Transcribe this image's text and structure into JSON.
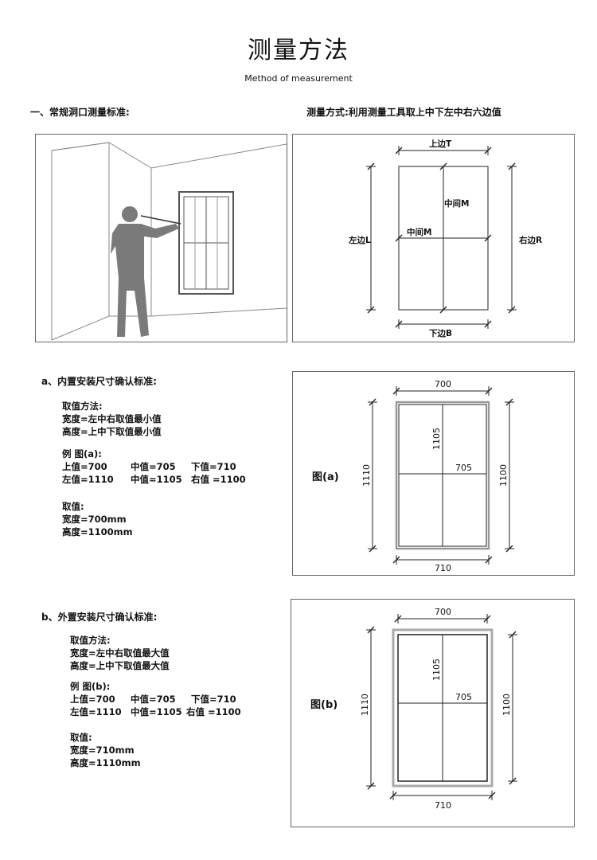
{
  "header": {
    "title": "测量方法",
    "subtitle": "Method of measurement"
  },
  "section1": {
    "heading": "一、常规洞口测量标准:",
    "method": "测量方式:利用测量工具取上中下左中右六边值",
    "labels": {
      "top": "上边T",
      "bottom": "下边B",
      "left": "左边L",
      "right": "右边R",
      "mid_v": "中间M",
      "mid_h": "中间M"
    }
  },
  "section_a": {
    "heading": "a、内置安装尺寸确认标准:",
    "method_title": "取值方法:",
    "method_lines": [
      "宽度=左中右取值最小值",
      "高度=上中下取值最小值"
    ],
    "example_title": "例 图(a):",
    "example_row1": [
      "上值=700",
      "中值=705",
      "下值=710"
    ],
    "example_row2": [
      "左值=1110",
      "中值=1105",
      "右值 =1100"
    ],
    "result_title": "取值:",
    "result_lines": [
      "宽度=700mm",
      "高度=1100mm"
    ],
    "figure_label": "图(a)",
    "dims": {
      "top": "700",
      "mid_h": "705",
      "bottom": "710",
      "left": "1110",
      "mid_v": "1105",
      "right": "1100"
    }
  },
  "section_b": {
    "heading": "b、外置安装尺寸确认标准:",
    "method_title": "取值方法:",
    "method_lines": [
      "宽度=左中右取值最大值",
      "高度=上中下取值最大值"
    ],
    "example_title": "例 图(b):",
    "example_row1": [
      "上值=700",
      "中值=705",
      "下值=710"
    ],
    "example_row2": [
      "左值=1110",
      "中值=1105",
      "右值 =1100"
    ],
    "result_title": "取值:",
    "result_lines": [
      "宽度=710mm",
      "高度=1110mm"
    ],
    "figure_label": "图(b)",
    "dims": {
      "top": "700",
      "mid_h": "705",
      "bottom": "710",
      "left": "1110",
      "mid_v": "1105",
      "right": "1100"
    }
  }
}
